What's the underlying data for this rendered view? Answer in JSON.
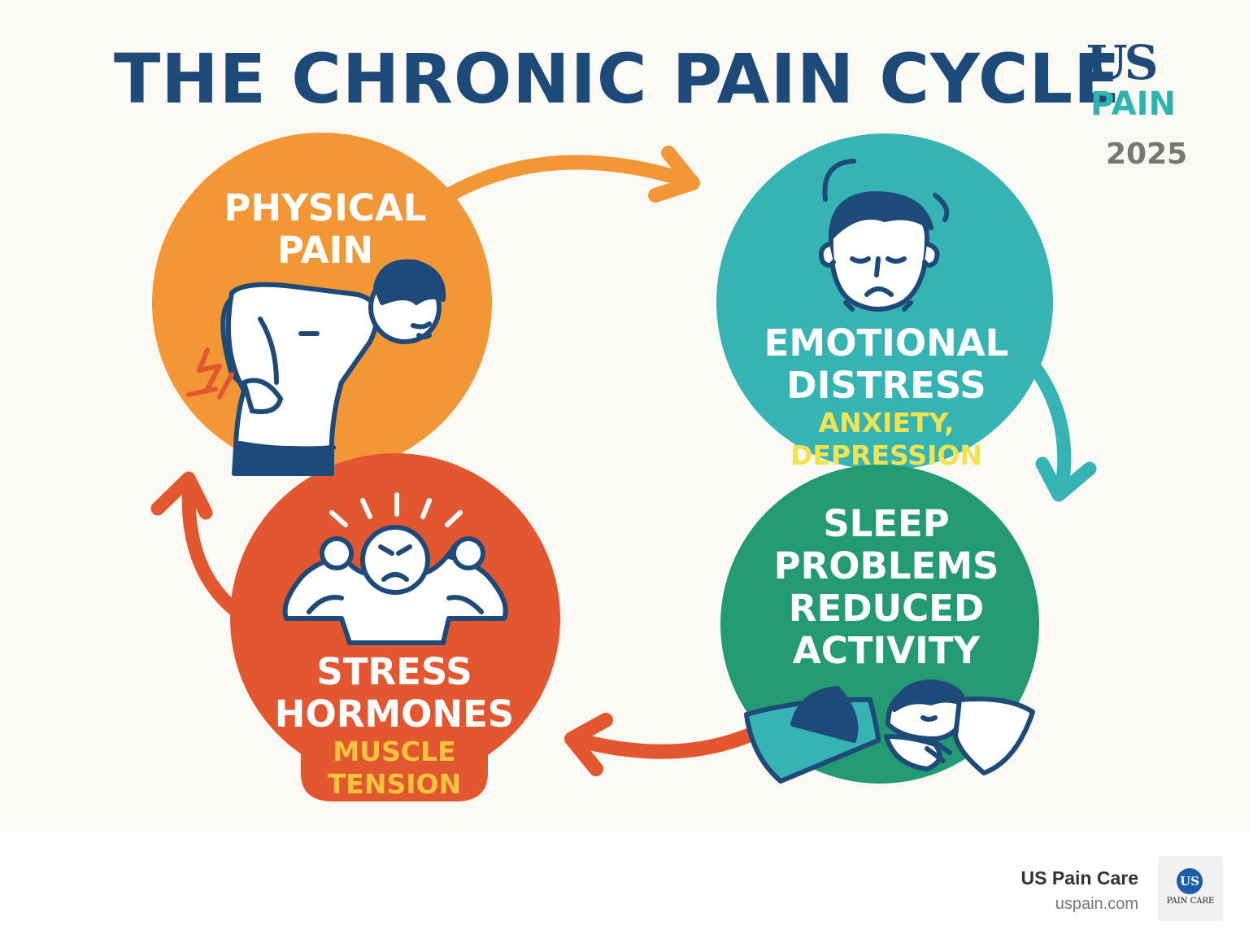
{
  "header": {
    "title": "THE CHRONIC PAIN CYCLE",
    "logo_us": "US",
    "logo_pain": "PAIN",
    "logo_year": "2025"
  },
  "stages": {
    "physical": {
      "line1": "PHYSICAL",
      "line2": "PAIN",
      "color": "#f39636"
    },
    "emotional": {
      "line1": "EMOTIONAL",
      "line2": "DISTRESS",
      "sub1": "ANXIETY,",
      "sub2": "DEPRESSION",
      "color": "#36b4b3"
    },
    "sleep": {
      "line1": "SLEEP",
      "line2": "PROBLEMS",
      "line3": "REDUCED",
      "line4": "ACTIVITY",
      "color": "#239a72"
    },
    "stress": {
      "line1": "STRESS",
      "line2": "HORMONES",
      "sub1": "MUSCLE",
      "sub2": "TENSION",
      "color": "#e25630"
    }
  },
  "icons": {
    "physical": "back-pain-person-icon",
    "emotional": "sad-face-icon",
    "sleep": "sleeping-person-icon",
    "stress": "angry-flexing-person-icon"
  },
  "colors": {
    "title": "#1d4a78",
    "arrow_orange": "#f39636",
    "arrow_teal": "#36b4b3",
    "arrow_red": "#e25630",
    "outline": "#1d4a78"
  },
  "footer": {
    "brand_name": "US Pain Care",
    "brand_url": "uspain.com",
    "logo_mark": "US",
    "logo_text": "PAIN CARE"
  }
}
